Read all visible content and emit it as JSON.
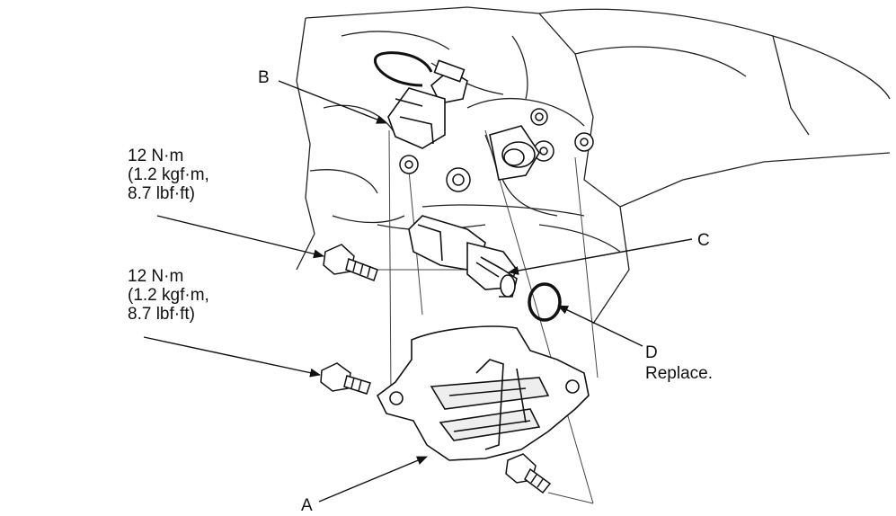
{
  "callouts": {
    "a": "A",
    "b": "B",
    "c": "C",
    "d": "D",
    "d_note": "Replace."
  },
  "torque_upper": {
    "line1": "12 N·m",
    "line2": "(1.2 kgf·m,",
    "line3": "8.7 lbf·ft)"
  },
  "torque_lower": {
    "line1": "12 N·m",
    "line2": "(1.2 kgf·m,",
    "line3": "8.7 lbf·ft)"
  },
  "colors": {
    "ink": "#111111",
    "shade": "#dddddd",
    "paper": "#ffffff"
  }
}
